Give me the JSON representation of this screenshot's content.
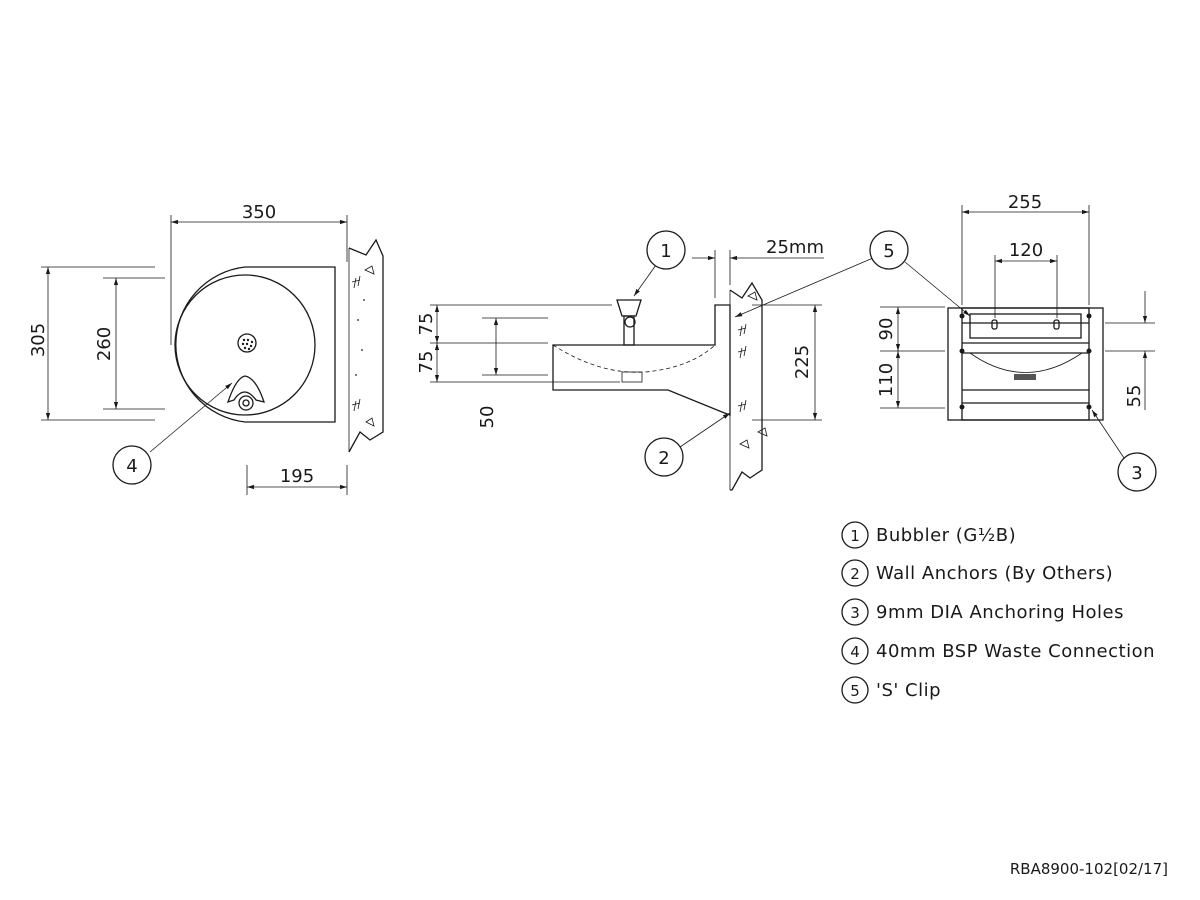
{
  "dimensions": {
    "front": {
      "width": "350",
      "height_total": "305",
      "height_bowl": "260",
      "offset": "195"
    },
    "side": {
      "top_75": "75",
      "mid_75": "75",
      "bottom_50": "50",
      "height_225": "225",
      "wall_gap": "25mm"
    },
    "rear": {
      "width": "255",
      "hole_spacing": "120",
      "upper": "90",
      "lower": "110",
      "bottom": "55"
    }
  },
  "callouts": [
    "1",
    "2",
    "3",
    "4",
    "5"
  ],
  "legend": [
    {
      "num": "1",
      "text": "Bubbler (G½B)"
    },
    {
      "num": "2",
      "text": "Wall Anchors (By Others)"
    },
    {
      "num": "3",
      "text": "9mm DIA Anchoring Holes"
    },
    {
      "num": "4",
      "text": "40mm BSP Waste Connection"
    },
    {
      "num": "5",
      "text": "'S' Clip"
    }
  ],
  "drawing_number": "RBA8900-102[02/17]"
}
